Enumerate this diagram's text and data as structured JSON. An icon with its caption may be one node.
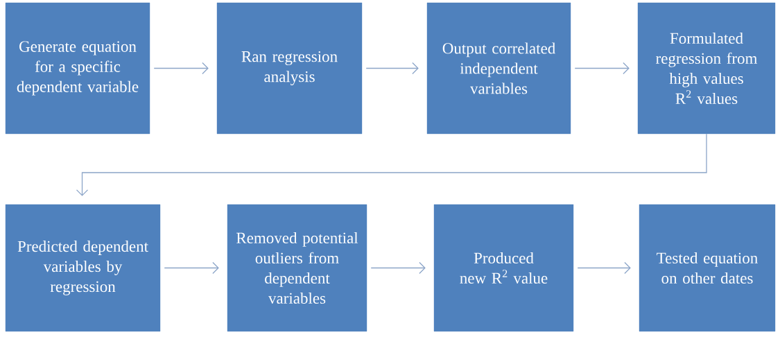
{
  "diagram": {
    "nodes": [
      {
        "text": [
          "Generate equation for a specific dependent variable"
        ]
      },
      {
        "text": [
          "Ran regression analysis"
        ]
      },
      {
        "text": [
          "Output correlated independent variables"
        ]
      },
      {
        "text": [
          "Formulated regression from high values R$^{2}$ values"
        ]
      },
      {
        "text": [
          "Predicted dependent variables by regression"
        ]
      },
      {
        "text": [
          "Removed potential outliers from dependent variables"
        ]
      },
      {
        "text": [
          "Produced new R$^{2}$ value"
        ]
      },
      {
        "text": [
          "Tested equation on other dates"
        ]
      }
    ],
    "edges": [
      {
        "from": 0,
        "to": 1,
        "arrow": "to"
      },
      {
        "from": 1,
        "to": 2,
        "arrow": "to"
      },
      {
        "from": 2,
        "to": 3,
        "arrow": "to"
      },
      {
        "from": 3,
        "to": 4,
        "arrow": "to"
      },
      {
        "from": 4,
        "to": 5,
        "arrow": "to"
      },
      {
        "from": 5,
        "to": 6,
        "arrow": "to"
      },
      {
        "from": 6,
        "to": 7,
        "arrow": "to"
      }
    ]
  }
}
